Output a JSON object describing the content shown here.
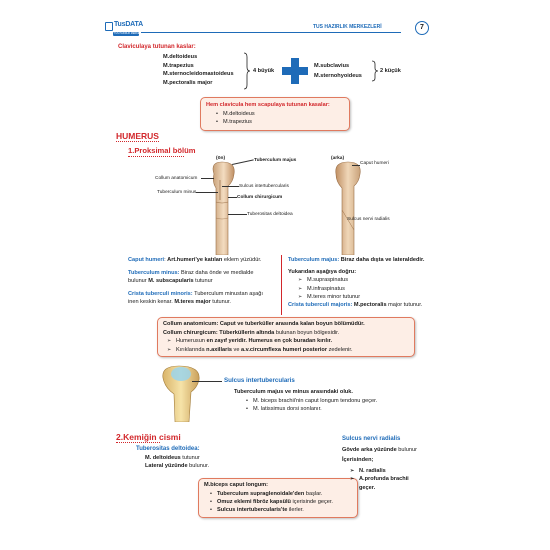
{
  "header": {
    "logo_text": "TusDATA",
    "logo_sub": "TUS HAZIRLIK MERKEZLERİ",
    "title": "TUS HAZIRLIK MERKEZLERİ",
    "page_number": "7",
    "accent": "#1e6bb8"
  },
  "clavicula": {
    "title": "Claviculaya tutunan kaslar:",
    "left_muscles": [
      "M.deltoideus",
      "M.trapezius",
      "M.sternocleidomastoideus",
      "M.pectoralis major"
    ],
    "left_count": "4 büyük",
    "right_muscles": [
      "M.subclavius",
      "M.sternohyoideus"
    ],
    "right_count": "2 küçük",
    "both_title": "Hem clavicula hem scapulaya tutunan kasalar:",
    "both_items": [
      "M.deltoideus",
      "M.trapezius"
    ]
  },
  "humerus": {
    "heading": "HUMERUS",
    "subheading": "1.Proksimal bölüm",
    "fig1_labels": {
      "on": "(ön)",
      "collum_anat": "Collum anatomicum",
      "tub_minus": "Tuberculum minus",
      "tub_majus": "Tuberculum majus",
      "sulcus_inter": "Sulcus intertubercularis",
      "collum_chir": "Collum chirurgicum",
      "tuberositas": "Tuberositas deltoidea"
    },
    "fig2_labels": {
      "arka": "(arka)",
      "caput": "Caput humeri",
      "sulcus_radialis": "Sulcus nervi radialis"
    },
    "left_col": {
      "caput_title": "Caput humeri",
      "caput_text_a": ": ",
      "caput_text_b": "Art.humeri'ye katılan",
      "caput_text_c": " eklem yüzüdür.",
      "minus_title": "Tuberculum minus:",
      "minus_text1": " Biraz daha önde ve medialde",
      "minus_text2a": "bulunur ",
      "minus_text2b": "M. subscapularis",
      "minus_text2c": " tutunur",
      "crista_title": "Crista tuberculi minoris:",
      "crista_text1": " Tuberculum minustan aşağı",
      "crista_text2a": "inen keskin kenar. ",
      "crista_text2b": "M.teres major",
      "crista_text2c": " tutunur."
    },
    "right_col": {
      "majus_title": "Tuberculum majus:",
      "majus_text": " Biraz daha dışta ve lateraldedir.",
      "down_title": "Yukarıdan aşağıya doğru:",
      "down_items": [
        "M.supraspinatus",
        "M.infraspinatus",
        "M.teres minor tutunur"
      ],
      "crista_title": "Crista tuberculi majoris:",
      "crista_text_b": " M.pectoralis",
      "crista_text_c": " major tutunur."
    },
    "collum_box": {
      "line1a": "Collum anatomicum: Caput ve tuberküller arasında kalan boyun bölümüdür.",
      "line2a": "Collum chirurgicum: ",
      "line2b": "Tüberküllerin altında",
      "line2c": " bulunan boyun bölgesidir.",
      "item1a": "Humerusun ",
      "item1b": "en zayıf yeridir. Humerus en çok buradan kırılır.",
      "item2a": "Kırıklarında ",
      "item2b": "n.axillaris",
      "item2c": " ve ",
      "item2d": "a.v.circumflexa humeri posterior",
      "item2e": " zedelenir."
    },
    "sulcus_section": {
      "label": "Sulcus intertubercularis",
      "line1": "Tuberculum majus ve minus arasındaki oluk.",
      "items": [
        "M. biceps brachii'nin caput longum tendonu geçer.",
        "M. latissimus dorsi sonlanır."
      ]
    }
  },
  "distal": {
    "heading": "2.Kemiğin cismi",
    "tub_title": "Tuberositas deltoidea:",
    "tub_line1a": "M. deltoideus",
    "tub_line1b": " tutunur",
    "tub_line2a": "Lateral yüzünde",
    "tub_line2b": " bulunur.",
    "biceps_title": "M.biceps caput longum:",
    "biceps_items": [
      {
        "a": "Tuberculum supraglenoidale'den",
        "b": " başlar."
      },
      {
        "a": "Omuz eklemi fibröz kapsülü",
        "b": " içerisinde geçer."
      },
      {
        "a": "Sulcus intertubercularis'te",
        "b": " ilerler."
      }
    ],
    "radialis_title": "Sulcus nervi radialis",
    "radialis_line1a": "Gövde arka yüzünde",
    "radialis_line1b": " bulunur",
    "radialis_inside": "İçerisinden;",
    "radialis_items": [
      "N. radialis",
      "A.profunda brachii geçer."
    ]
  }
}
